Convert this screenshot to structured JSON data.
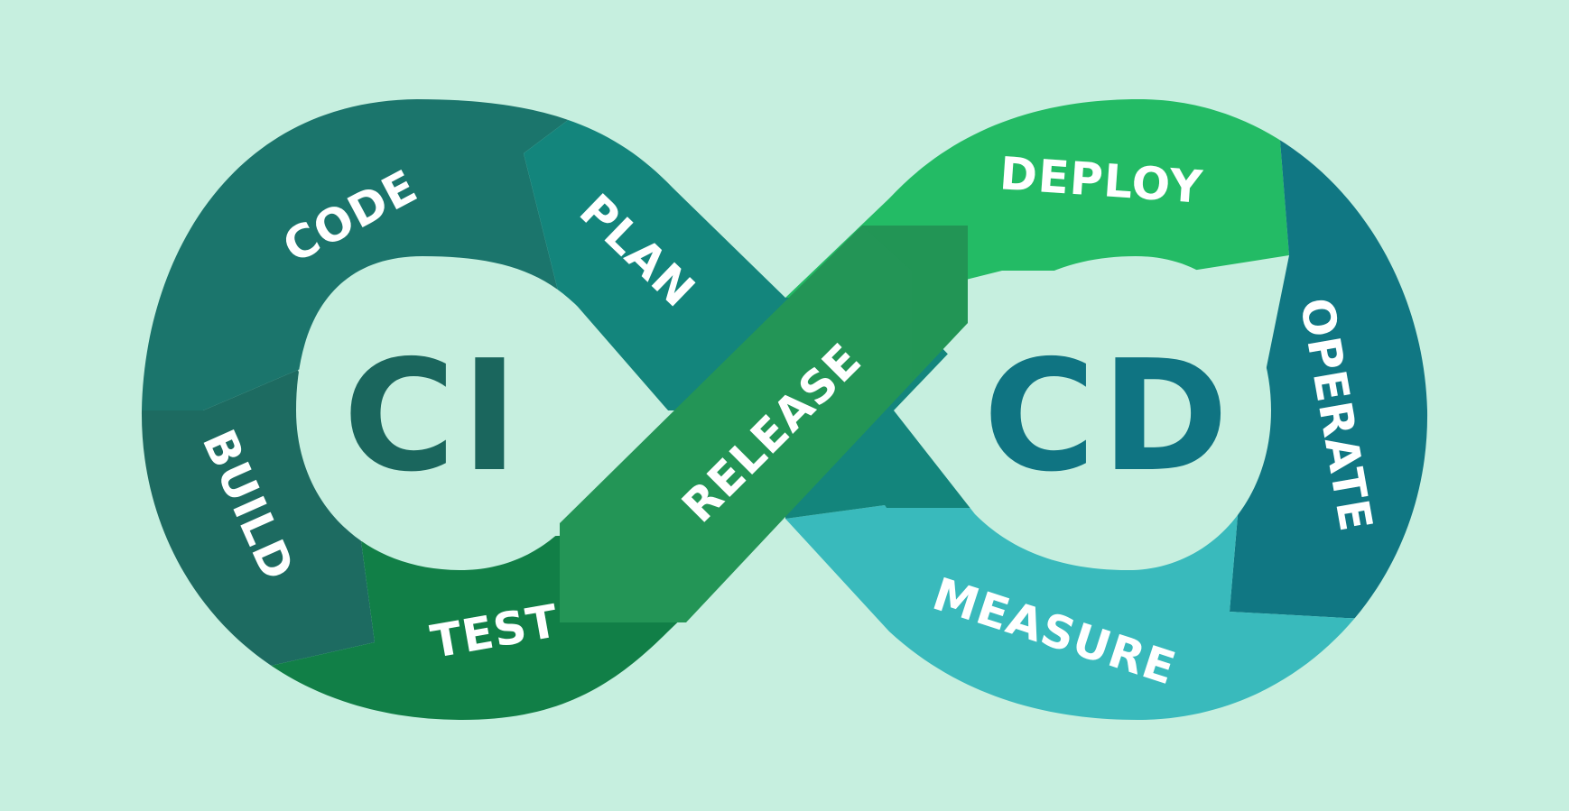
{
  "colors": {
    "background": "#c6efdf",
    "hole": "#c6efdf",
    "code": "#1b756c",
    "plan": "#13857c",
    "build": "#1d6b61",
    "test": "#117f47",
    "release": "#239556",
    "deploy": "#23bb65",
    "operate": "#107783",
    "measure": "#39babc",
    "ci_text": "#1a665d",
    "cd_text": "#0f7482"
  },
  "icons": {
    "code": "code-segment-icon",
    "plan": "plan-segment-icon",
    "build": "build-segment-icon",
    "test": "test-segment-icon",
    "release": "release-ribbon-icon",
    "deploy": "deploy-segment-icon",
    "operate": "operate-segment-icon",
    "measure": "measure-segment-icon"
  },
  "hubs": {
    "ci": "CI",
    "cd": "CD"
  },
  "stages": {
    "code": "CODE",
    "plan": "PLAN",
    "build": "BUILD",
    "test": "TEST",
    "release": "RELEASE",
    "deploy": "DEPLOY",
    "operate": "OPERATE",
    "measure": "MEASURE"
  }
}
